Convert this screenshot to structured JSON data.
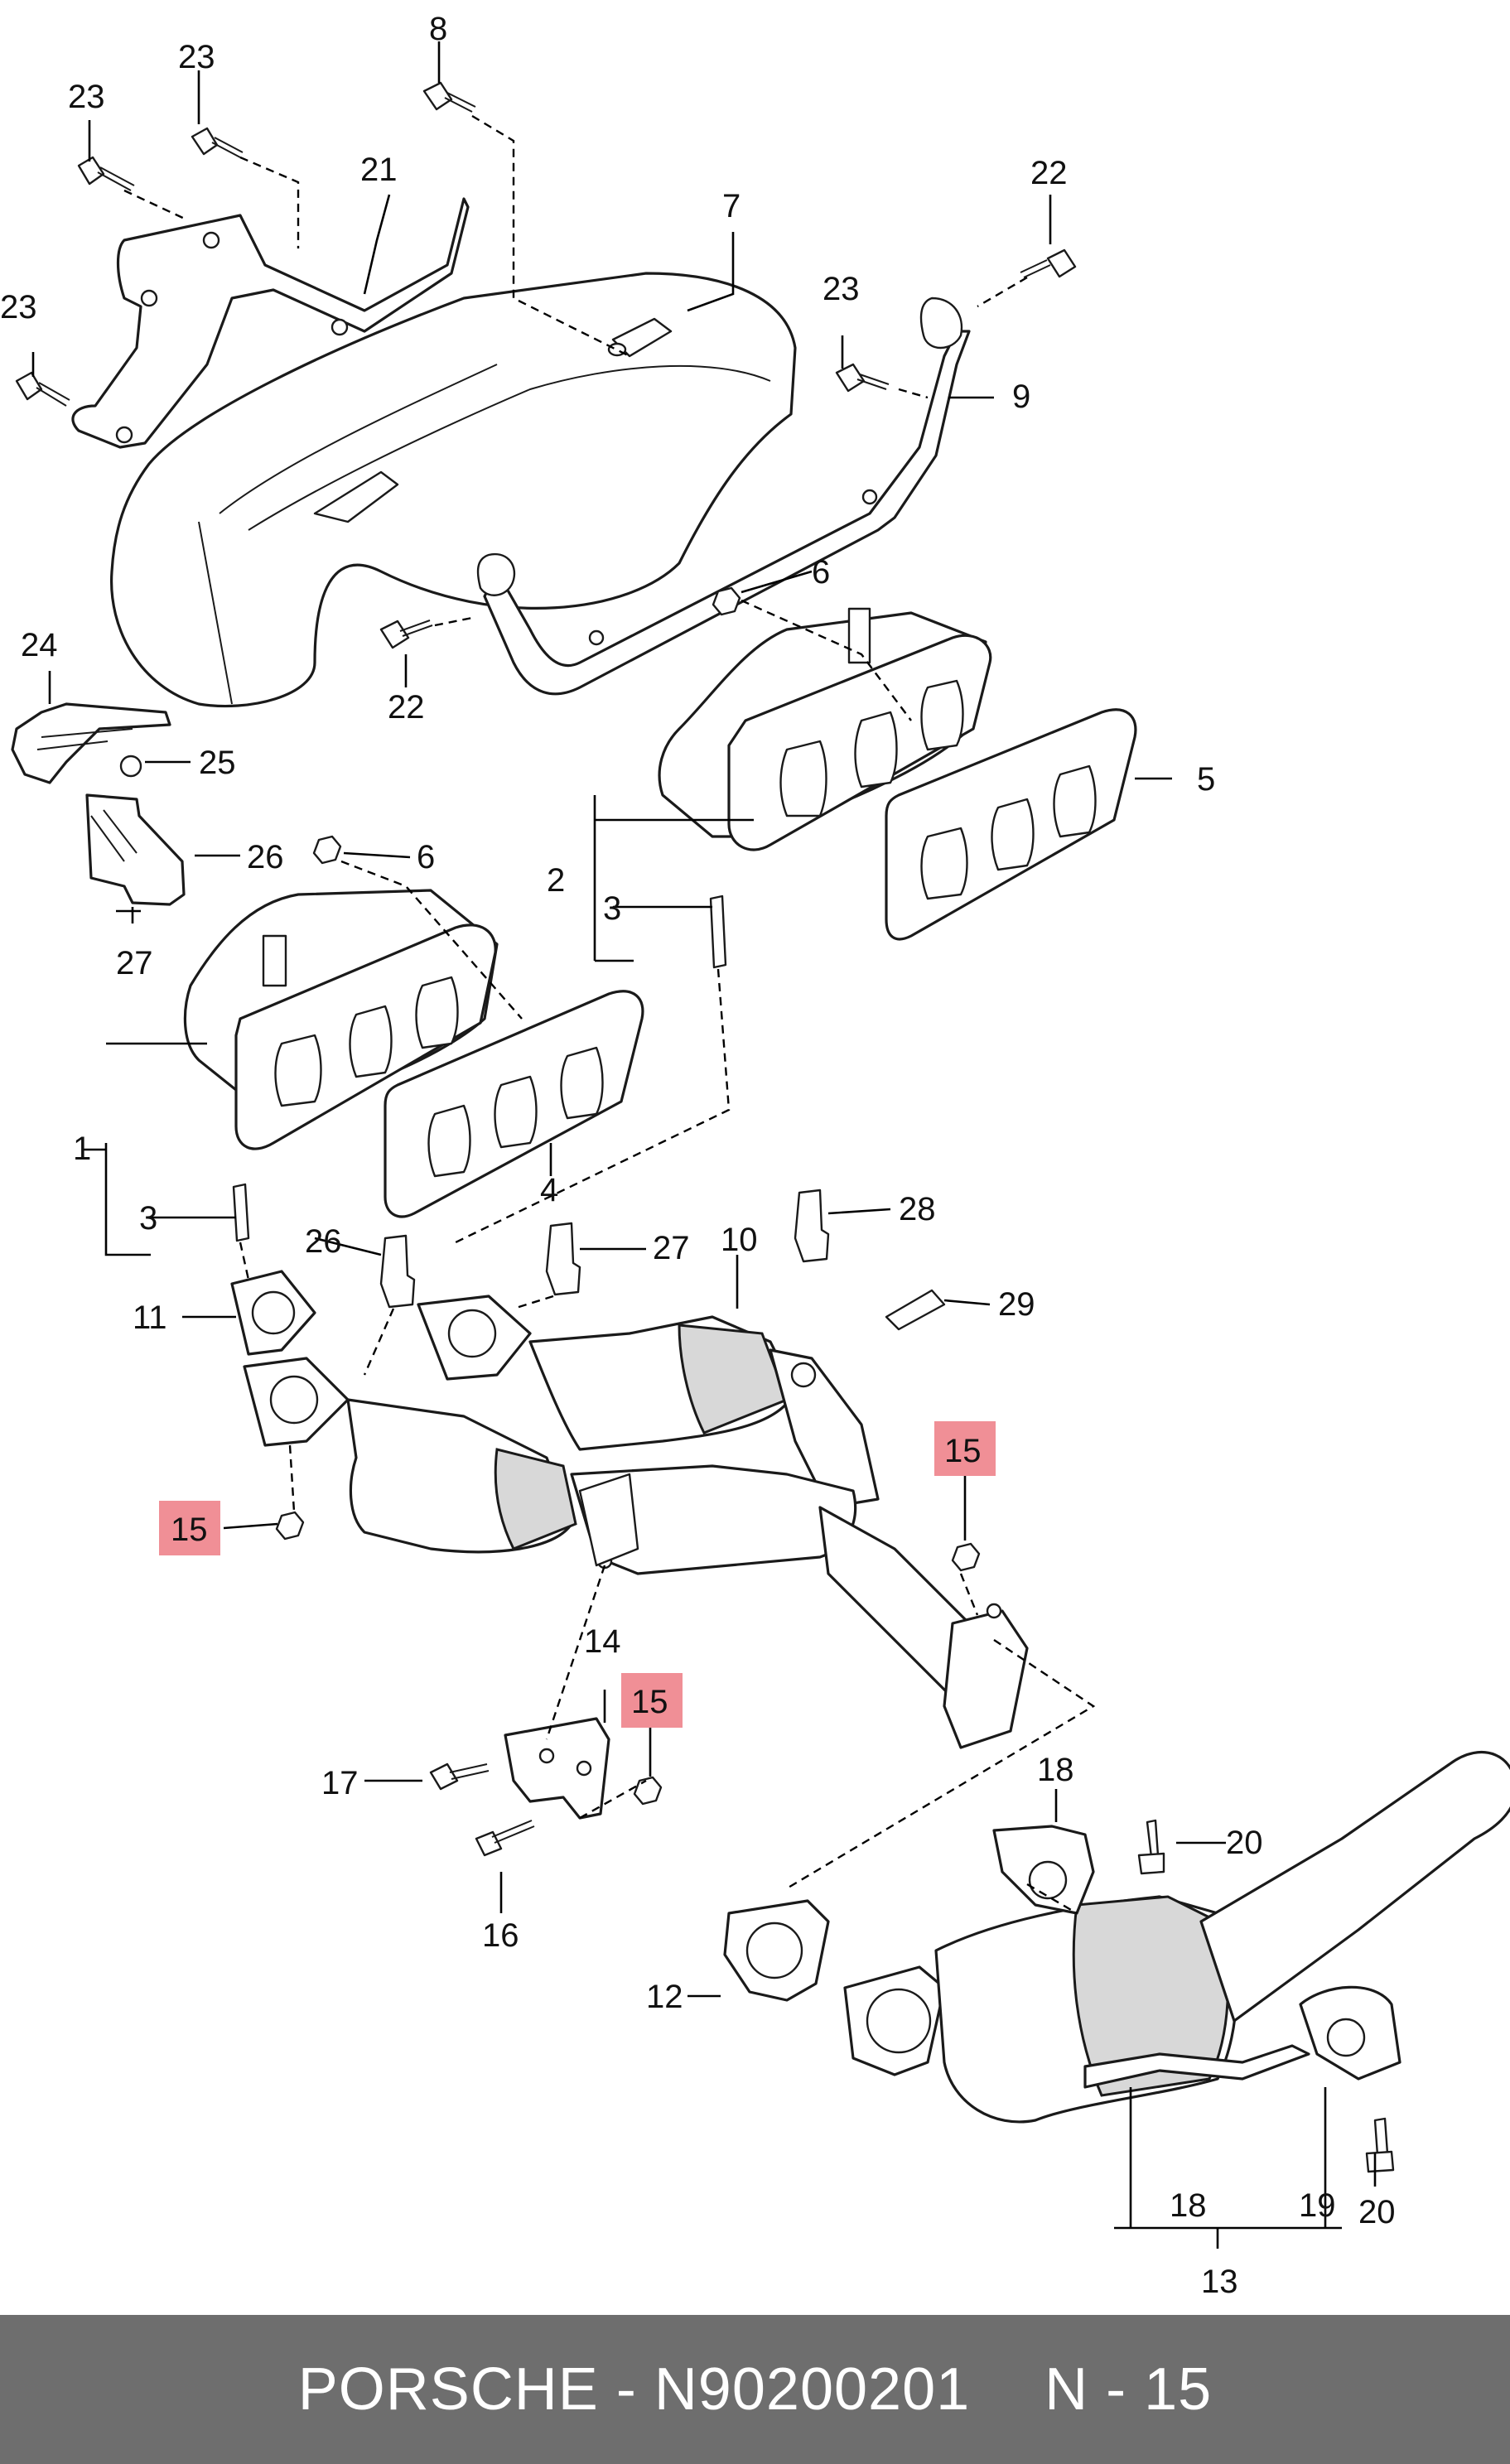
{
  "labels": {
    "l1": "1",
    "l2": "2",
    "l3a": "3",
    "l3b": "3",
    "l4": "4",
    "l5": "5",
    "l6a": "6",
    "l6b": "6",
    "l7": "7",
    "l8": "8",
    "l9": "9",
    "l10": "10",
    "l11": "11",
    "l12": "12",
    "l13": "13",
    "l14": "14",
    "l15a": "15",
    "l15b": "15",
    "l15c": "15",
    "l16": "16",
    "l17": "17",
    "l18a": "18",
    "l18b": "18",
    "l19": "19",
    "l20a": "20",
    "l20b": "20",
    "l21": "21",
    "l22a": "22",
    "l22b": "22",
    "l23a": "23",
    "l23b": "23",
    "l23c": "23",
    "l23d": "23",
    "l24": "24",
    "l25": "25",
    "l26a": "26",
    "l26b": "26",
    "l27a": "27",
    "l27b": "27",
    "l28": "28",
    "l29": "29"
  },
  "highlight_color": "#f08f96",
  "footer": {
    "brand_part": "PORSCHE - N90200201",
    "ref": "N - 15"
  }
}
